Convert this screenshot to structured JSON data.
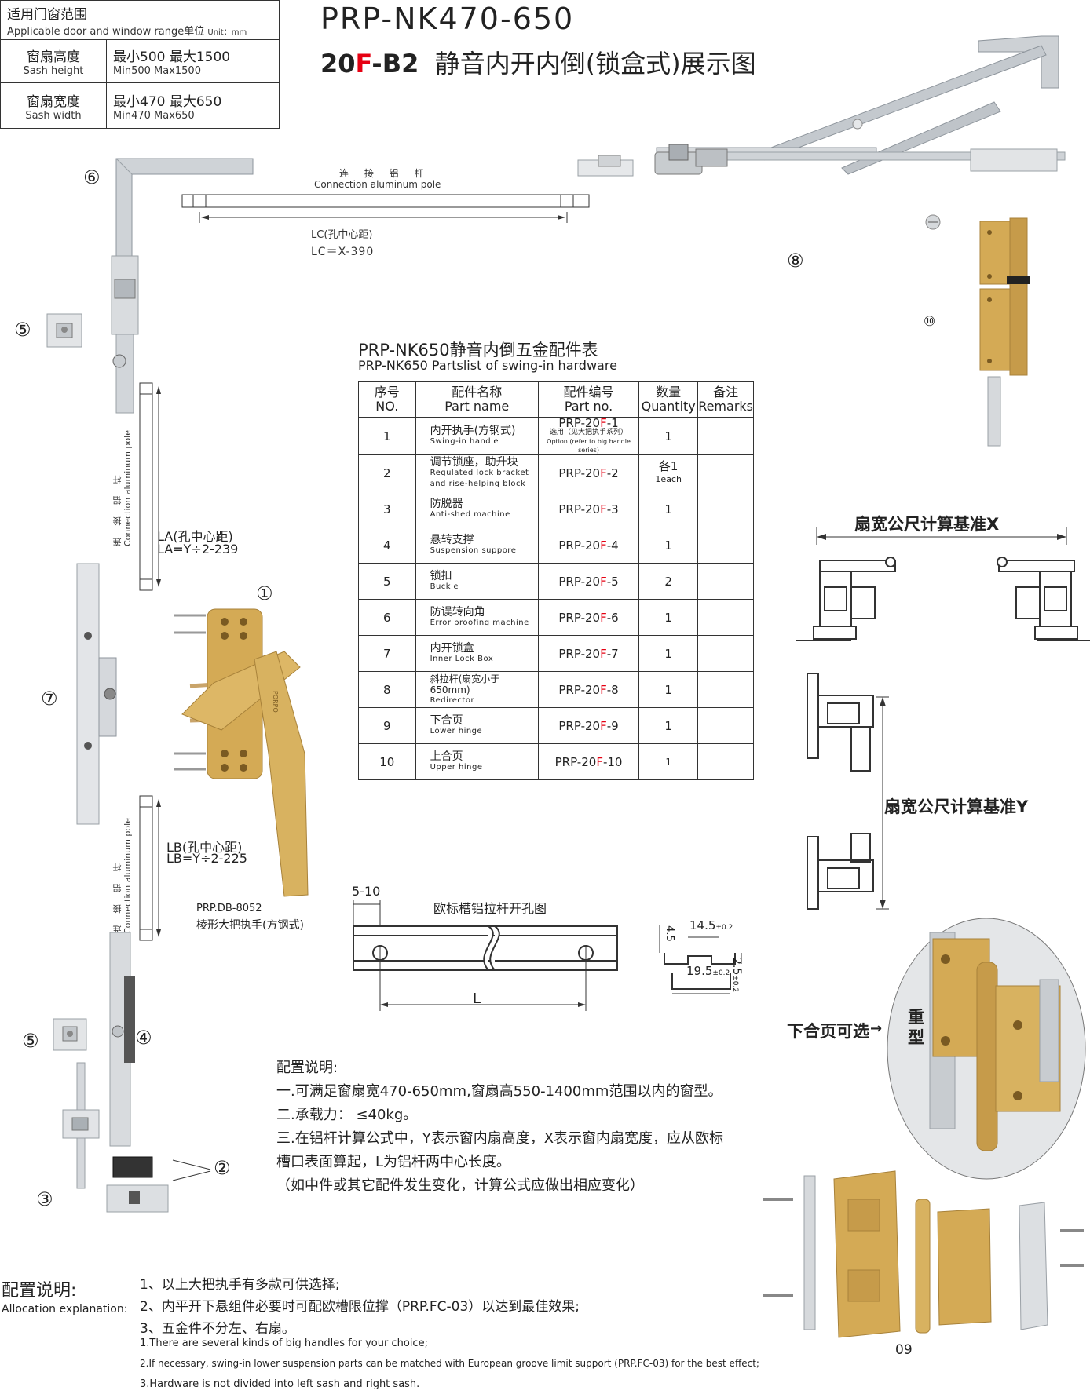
{
  "spec": {
    "range_cn": "适用门窗范围",
    "range_en": "Applicable door and window range",
    "unit_cn": "单位",
    "unit_en": "Unit：mm",
    "height_cn": "窗扇高度",
    "height_en": "Sash height",
    "height_val_cn": "最小500  最大1500",
    "height_val_en": "Min500  Max1500",
    "width_cn": "窗扇宽度",
    "width_en": "Sash width",
    "width_val_cn": "最小470  最大650",
    "width_val_en": "Min470  Max650"
  },
  "header": {
    "model": "PRP-NK470-650",
    "code_pre": "20",
    "code_f": "F",
    "code_post": "-B2",
    "title": "静音内开内倒(锁盒式)展示图"
  },
  "pole_top": {
    "label_cn": "连 接 铝 杆",
    "label_en": "Connection aluminum pole",
    "lc_cn": "LC(孔中心距)",
    "lc_formula": "LC＝X-390"
  },
  "pole_a": {
    "label_cn": "连 接 铝 杆",
    "label_en": "Connection aluminum pole",
    "la_cn": "LA(孔中心距)",
    "la_formula": "LA=Y÷2-239"
  },
  "pole_b": {
    "label_cn": "连 接 铝 杆",
    "label_en": "Connection aluminum pole",
    "lb_cn": "LB(孔中心距)",
    "lb_formula": "LB=Y÷2-225"
  },
  "markers": {
    "m1": "①",
    "m2": "②",
    "m3": "③",
    "m4": "④",
    "m5": "⑤",
    "m6": "⑥",
    "m7": "⑦",
    "m8": "⑧",
    "m9": "09",
    "m10": "⑩"
  },
  "handle": {
    "model": "PRP.DB-8052",
    "desc": "棱形大把执手(方钢式)",
    "brand": "PORPO"
  },
  "parts_table": {
    "title_cn": "PRP-NK650静音内倒五金配件表",
    "title_en": "PRP-NK650 Partslist of swing-in hardware",
    "headers": {
      "no_cn": "序号",
      "no_en": "NO.",
      "name_cn": "配件名称",
      "name_en": "Part name",
      "code_cn": "配件编号",
      "code_en": "Part no.",
      "qty_cn": "数量",
      "qty_en": "Quantity",
      "rem_cn": "备注",
      "rem_en": "Remarks"
    },
    "rows": [
      {
        "no": "1",
        "cn": "内开执手(方钢式)",
        "en": "Swing-in handle",
        "code_pre": "PRP-20",
        "code_f": "F",
        "code_post": "-1",
        "opt1": "选用（见大把执手系列）",
        "opt2": "Option (refer to big handle series)",
        "qty": "1"
      },
      {
        "no": "2",
        "cn": "调节锁座，助升块",
        "en": "Regulated lock bracket",
        "en2": "and rise-helping block",
        "code_pre": "PRP-20",
        "code_f": "F",
        "code_post": "-2",
        "qty": "各1",
        "qty2": "1each"
      },
      {
        "no": "3",
        "cn": "防脱器",
        "en": "Anti-shed machine",
        "code_pre": "PRP-20",
        "code_f": "F",
        "code_post": "-3",
        "qty": "1"
      },
      {
        "no": "4",
        "cn": "悬转支撑",
        "en": "Suspension suppore",
        "code_pre": "PRP-20",
        "code_f": "F",
        "code_post": "-4",
        "qty": "1"
      },
      {
        "no": "5",
        "cn": "锁扣",
        "en": "Buckle",
        "code_pre": "PRP-20",
        "code_f": "F",
        "code_post": "-5",
        "qty": "2"
      },
      {
        "no": "6",
        "cn": "防误转向角",
        "en": "Error proofing machine",
        "code_pre": "PRP-20",
        "code_f": "F",
        "code_post": "-6",
        "qty": "1"
      },
      {
        "no": "7",
        "cn": "内开锁盒",
        "en": "Inner Lock Box",
        "code_pre": "PRP-20",
        "code_f": "F",
        "code_post": "-7",
        "qty": "1"
      },
      {
        "no": "8",
        "cn": "斜拉杆(扇宽小于650mm)",
        "en": "Redirector",
        "code_pre": "PRP-20",
        "code_f": "F",
        "code_post": "-8",
        "qty": "1"
      },
      {
        "no": "9",
        "cn": "下合页",
        "en": "Lower hinge",
        "code_pre": "PRP-20",
        "code_f": "F",
        "code_post": "-9",
        "qty": "1"
      },
      {
        "no": "10",
        "cn": "上合页",
        "en": "Upper hinge",
        "code_pre": "PRP-20",
        "code_f": "F",
        "code_post": "-10",
        "qty": "1"
      }
    ]
  },
  "profile": {
    "x_label": "扇宽公尺计算基准X",
    "y_label": "扇宽公尺计算基准Y"
  },
  "drill": {
    "title": "欧标槽铝拉杆开孔图",
    "dim_510": "5-10",
    "dim_L": "L",
    "dim_45": "4.5",
    "dim_145": "14.5",
    "tol_145": "±0.2",
    "dim_195": "19.5",
    "tol_195": "±0.2",
    "dim_25": "2.5",
    "tol_25": "±0.2"
  },
  "hinge_opt": {
    "label": "下合页可选",
    "heavy_1": "重",
    "heavy_2": "型"
  },
  "config_notes": {
    "title": "配置说明:",
    "l1": "一.可满足窗扇宽470-650mm,窗扇高550-1400mm范围以内的窗型。",
    "l2": "二.承载力： ≤40kg。",
    "l3": "三.在铝杆计算公式中，Y表示窗内扇高度，X表示窗内扇宽度，应从欧标",
    "l4": "槽口表面算起，L为铝杆两中心长度。",
    "l5": "（如中件或其它配件发生变化，计算公式应做出相应变化）"
  },
  "allocation": {
    "title_cn": "配置说明:",
    "title_en": "Allocation explanation:",
    "l1": "1、以上大把执手有多款可供选择;",
    "l2": "2、内平开下悬组件必要时可配欧槽限位撑（PRP.FC-03）以达到最佳效果;",
    "l3": "3、五金件不分左、右扇。",
    "e1": "1.There are several kinds of big handles for your choice;",
    "e2": "2.If necessary, swing-in lower suspension parts can be matched with European groove limit support (PRP.FC-03) for the best effect;",
    "e3": "3.Hardware is not divided into left sash and right sash."
  },
  "colors": {
    "gold": "#d4aa55",
    "gold_dark": "#a8823a",
    "silver": "#d6d9dc",
    "silver_dark": "#9aa0a6",
    "accent_red": "#e60012"
  }
}
